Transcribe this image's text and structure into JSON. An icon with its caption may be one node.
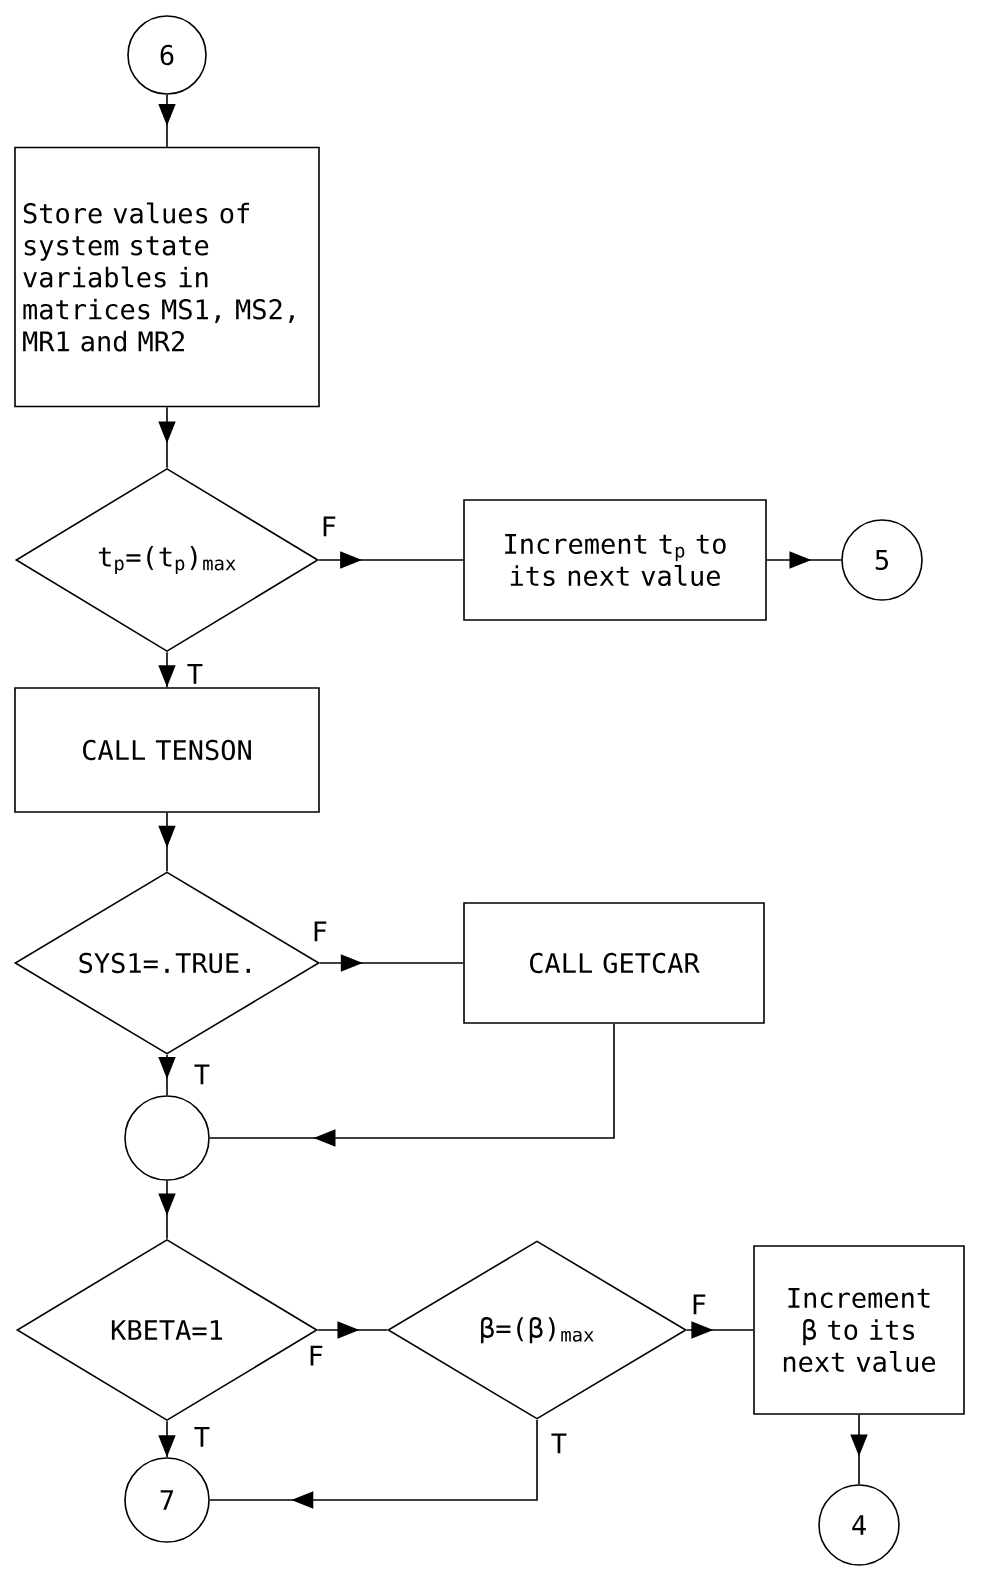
{
  "diagram": {
    "nodes": [
      {
        "text": [
          "6"
        ]
      },
      {
        "text": [
          "Store values of system state variables in matrices MS1, MS2, MR1 and MR2"
        ]
      },
      {
        "text": [
          "t$_{p}$=(t$_{p}$)$_{max}$"
        ]
      },
      {
        "text": [
          "Increment t$_{p}$ to its next value"
        ]
      },
      {
        "text": [
          "5"
        ]
      },
      {
        "text": [
          "CALL TENSON"
        ]
      },
      {
        "text": [
          "SYS1=.TRUE."
        ]
      },
      {
        "text": [
          "CALL GETCAR"
        ]
      },
      {
        "text": [],
        "shape": "circle"
      },
      {
        "text": [
          "KBETA=1"
        ]
      },
      {
        "text": [
          "β=(β)$_{max}$"
        ]
      },
      {
        "text": [
          "Increment β to its next value"
        ]
      },
      {
        "text": [
          "7"
        ]
      },
      {
        "text": [
          "4"
        ]
      }
    ],
    "edges": [
      {
        "from": 0,
        "to": 1,
        "arrow": "to"
      },
      {
        "from": 1,
        "to": 2,
        "arrow": "to"
      },
      {
        "from": 2,
        "to": 3,
        "arrow": "to",
        "label": "F"
      },
      {
        "from": 3,
        "to": 4,
        "arrow": "to"
      },
      {
        "from": 2,
        "to": 5,
        "arrow": "to",
        "label": "T"
      },
      {
        "from": 5,
        "to": 6,
        "arrow": "to"
      },
      {
        "from": 6,
        "to": 7,
        "arrow": "to",
        "label": "F"
      },
      {
        "from": 6,
        "to": 8,
        "arrow": "to",
        "label": "T"
      },
      {
        "from": 7,
        "to": 8,
        "arrow": "to"
      },
      {
        "from": 8,
        "to": 9,
        "arrow": "to"
      },
      {
        "from": 9,
        "to": 10,
        "arrow": "to",
        "label": "F"
      },
      {
        "from": 10,
        "to": 11,
        "arrow": "to",
        "label": "F"
      },
      {
        "from": 9,
        "to": 12,
        "arrow": "to",
        "label": "T"
      },
      {
        "from": 10,
        "to": 12,
        "arrow": "to",
        "label": "T"
      },
      {
        "from": 11,
        "to": 13,
        "arrow": "to"
      }
    ]
  }
}
